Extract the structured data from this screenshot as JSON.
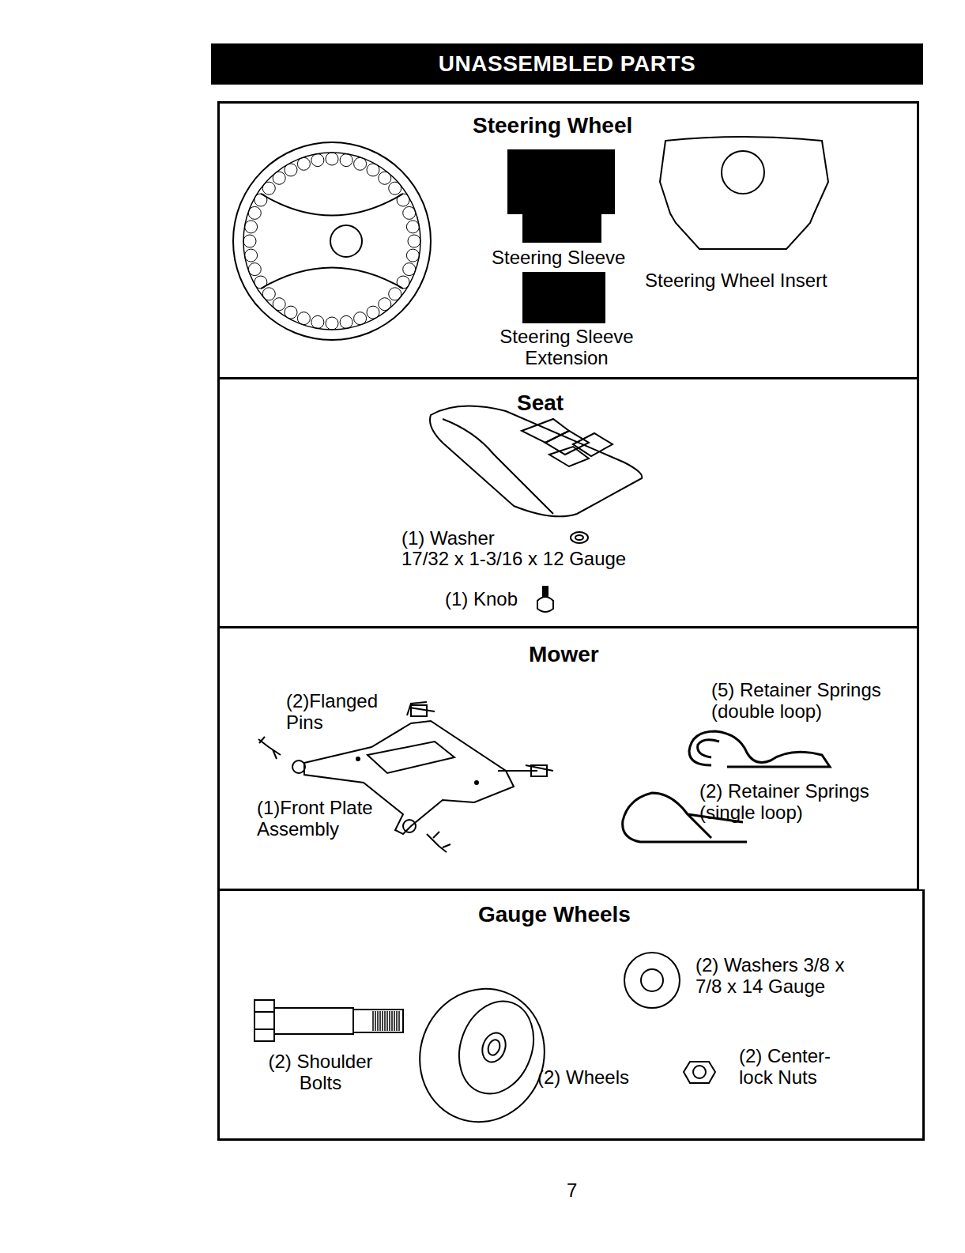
{
  "diagram": {
    "title": "UNASSEMBLED PARTS",
    "nodes": [
      {
        "text": [
          "Steering Wheel"
        ]
      },
      {
        "text": [
          "Seat"
        ]
      },
      {
        "text": [
          "Mower"
        ]
      },
      {
        "text": [
          "Gauge Wheels"
        ]
      }
    ],
    "labels": [
      "Steering Sleeve",
      "Steering Wheel Insert",
      "Steering Sleeve Extension",
      "(1) Washer",
      "17/32 x 1-3/16 x 12 Gauge",
      "(1) Knob",
      "(2)Flanged Pins",
      "(1)Front Plate Assembly",
      "(5) Retainer Springs (double loop)",
      "(2) Retainer Springs (single loop)",
      "(2) Shoulder Bolts",
      "(2) Wheels",
      "(2) Washers 3/8 x 7/8 x 14 Gauge",
      "(2) Center- lock Nuts",
      "7"
    ]
  }
}
